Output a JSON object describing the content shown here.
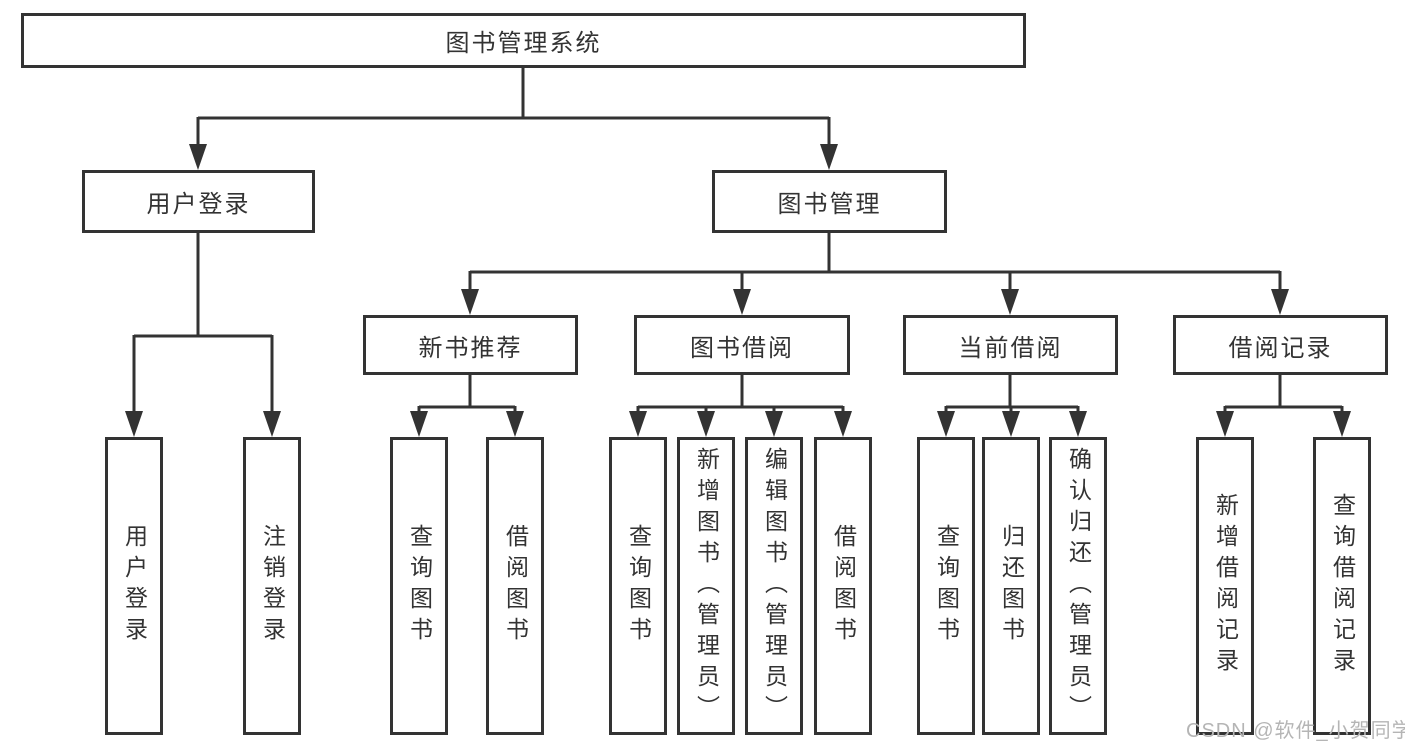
{
  "root": {
    "label": "图书管理系统"
  },
  "branches": [
    {
      "label": "用户登录"
    },
    {
      "label": "图书管理"
    }
  ],
  "sections": [
    {
      "label": "新书推荐"
    },
    {
      "label": "图书借阅"
    },
    {
      "label": "当前借阅"
    },
    {
      "label": "借阅记录"
    }
  ],
  "leaves": [
    {
      "label": "用户登录"
    },
    {
      "label": "注销登录"
    },
    {
      "label": "查询图书"
    },
    {
      "label": "借阅图书"
    },
    {
      "label": "查询图书"
    },
    {
      "label": "新增图书（管理员）"
    },
    {
      "label": "编辑图书（管理员）"
    },
    {
      "label": "借阅图书"
    },
    {
      "label": "查询图书"
    },
    {
      "label": "归还图书"
    },
    {
      "label": "确认归还（管理员）"
    },
    {
      "label": "新增借阅记录"
    },
    {
      "label": "查询借阅记录"
    }
  ],
  "watermark": {
    "text": "CSDN @软件_小贺同学"
  },
  "colors": {
    "line": "#333333",
    "text": "#333333",
    "box_background": "#ffffff",
    "watermark": "#b5b5b5"
  }
}
